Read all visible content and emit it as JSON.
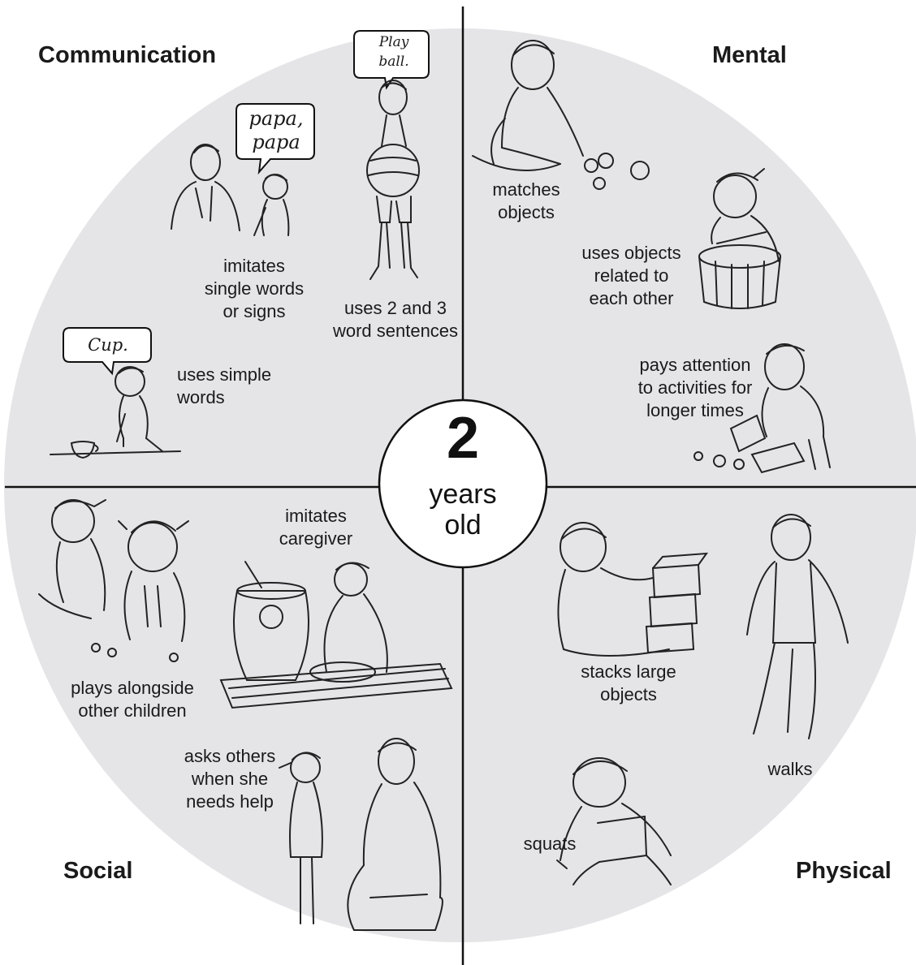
{
  "center": {
    "number": "2",
    "unit": "years\nold"
  },
  "quadrants": {
    "communication": {
      "title": "Communication",
      "items": [
        {
          "label": "imitates\nsingle words\nor signs",
          "speech": "papa,\npapa"
        },
        {
          "label": "uses 2 and 3\nword sentences",
          "speech": "Play\nball."
        },
        {
          "label": "uses simple\nwords",
          "speech": "Cup."
        }
      ]
    },
    "mental": {
      "title": "Mental",
      "items": [
        {
          "label": "matches\nobjects"
        },
        {
          "label": "uses objects\nrelated to\neach other"
        },
        {
          "label": "pays attention\nto activities for\nlonger times"
        }
      ]
    },
    "social": {
      "title": "Social",
      "items": [
        {
          "label": "imitates\ncaregiver"
        },
        {
          "label": "plays alongside\nother children"
        },
        {
          "label": "asks others\nwhen she\nneeds help"
        }
      ]
    },
    "physical": {
      "title": "Physical",
      "items": [
        {
          "label": "stacks large\nobjects"
        },
        {
          "label": "walks"
        },
        {
          "label": "squats"
        }
      ]
    }
  },
  "colors": {
    "disc": "#e5e5e8",
    "line": "#111111",
    "center_fill": "#ffffff"
  }
}
